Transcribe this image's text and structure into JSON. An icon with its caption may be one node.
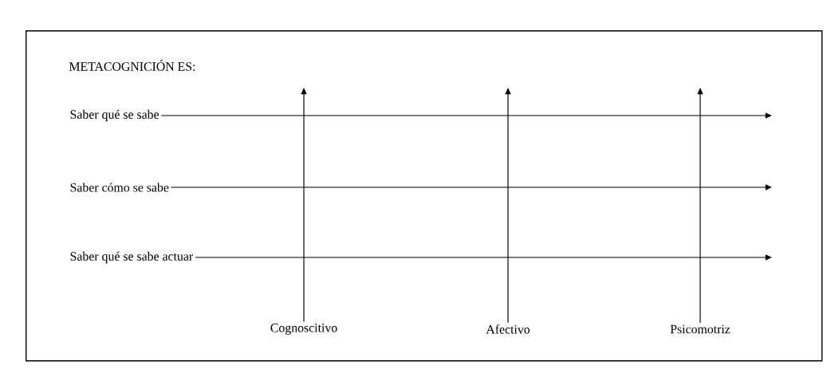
{
  "diagram": {
    "nodes": [
      {
        "text": [
          "METACOGNICIÓN ES:"
        ]
      },
      {
        "text": [
          "Saber qué se sabe"
        ],
        "in": 0
      },
      {
        "text": [
          "Saber cómo se sabe"
        ],
        "in": 0
      },
      {
        "text": [
          "Saber qué se sabe actuar"
        ],
        "in": 0
      },
      {
        "text": [
          "Cognoscitivo"
        ],
        "in": 0
      },
      {
        "text": [
          "Afectivo"
        ],
        "in": 0
      },
      {
        "text": [
          "Psicomotriz"
        ],
        "in": 0
      }
    ],
    "edges": [
      {
        "from": 1,
        "to": null,
        "arrow": "to"
      },
      {
        "from": 2,
        "to": null,
        "arrow": "to"
      },
      {
        "from": 3,
        "to": null,
        "arrow": "to"
      },
      {
        "from": 4,
        "to": null,
        "arrow": "to"
      },
      {
        "from": 5,
        "to": null,
        "arrow": "to"
      },
      {
        "from": 6,
        "to": null,
        "arrow": "to"
      }
    ]
  }
}
